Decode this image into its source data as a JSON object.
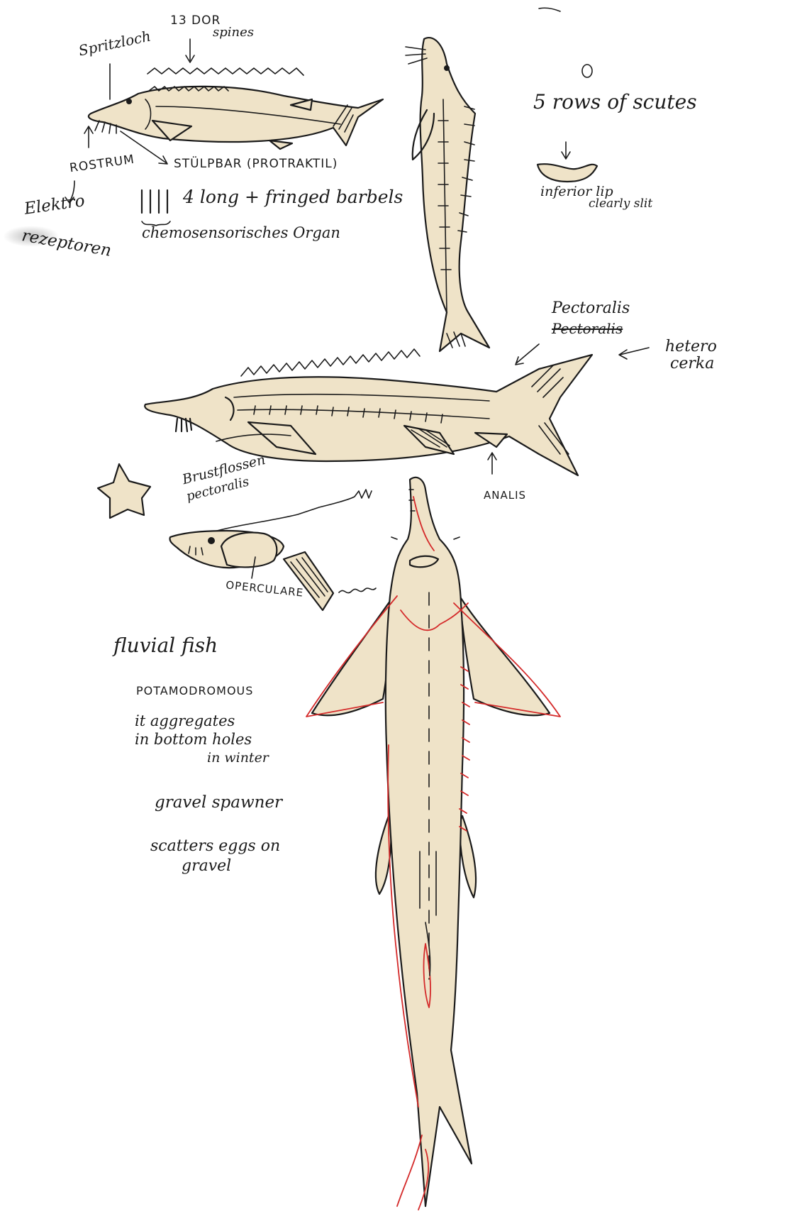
{
  "sketch1": {
    "spritzloch": "Spritzloch",
    "dorsal_spines_1": "13 DOR",
    "dorsal_spines_2": "spines",
    "rostrum": "ROSTRUM",
    "stulpbar": "STÜLPBAR (PROTRAKTIL)",
    "barbels": "4 long + fringed barbels",
    "electro_1": "Elektro",
    "electro_2": "rezeptoren",
    "chemo": "chemosensorisches Organ"
  },
  "scutes_note": {
    "rows": "5 rows of scutes",
    "lip_1": "inferior lip",
    "lip_2": "clearly slit"
  },
  "sketch3": {
    "pectoralis": "Pectoralis",
    "pectoralis_struck": "Pectoralis",
    "hetero_1": "hetero",
    "hetero_2": "cerka",
    "brust_1": "Brustflossen",
    "brust_2": "pectoralis",
    "analis": "ANALIS"
  },
  "head_sketch": {
    "operculare": "OPERCULARE"
  },
  "notes": {
    "fluvial": "fluvial fish",
    "potamo": "POTAMODROMOUS",
    "agg_1": "it aggregates",
    "agg_2": "in bottom holes",
    "agg_3": "in winter",
    "gravel": "gravel spawner",
    "scatter_1": "scatters eggs on",
    "scatter_2": "gravel"
  },
  "colors": {
    "ink": "#1b1b1b",
    "fish_fill": "#efe3c8",
    "red_overlay": "#d42a2a",
    "paper": "#ffffff"
  }
}
